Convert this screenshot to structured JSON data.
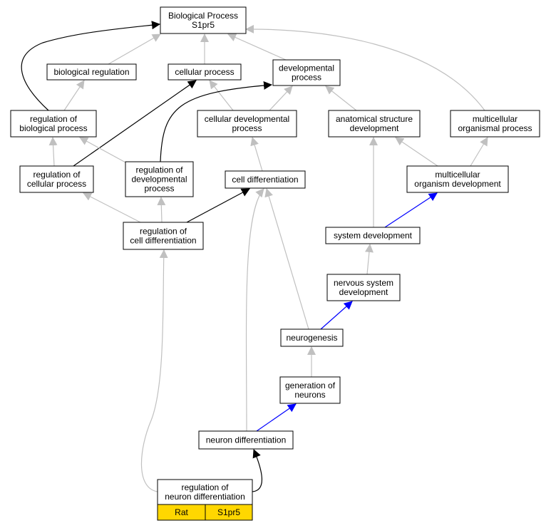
{
  "colors": {
    "positive_regulates": "#000000",
    "is_a": "#c0c0c0",
    "part_of": "#0000ff",
    "tag_fill": "#ffd700"
  },
  "nodes": [
    {
      "id": "bp",
      "lines": [
        "Biological Process",
        "S1pr5"
      ]
    },
    {
      "id": "breg",
      "lines": [
        "biological regulation"
      ]
    },
    {
      "id": "cellproc",
      "lines": [
        "cellular process"
      ]
    },
    {
      "id": "devproc",
      "lines": [
        "developmental",
        "process"
      ]
    },
    {
      "id": "regbio",
      "lines": [
        "regulation of",
        "biological process"
      ]
    },
    {
      "id": "celldevproc",
      "lines": [
        "cellular developmental",
        "process"
      ]
    },
    {
      "id": "anatdev",
      "lines": [
        "anatomical structure",
        "development"
      ]
    },
    {
      "id": "multiproc",
      "lines": [
        "multicellular",
        "organismal process"
      ]
    },
    {
      "id": "regcell",
      "lines": [
        "regulation of",
        "cellular process"
      ]
    },
    {
      "id": "regdev",
      "lines": [
        "regulation of",
        "developmental",
        "process"
      ]
    },
    {
      "id": "celldiff",
      "lines": [
        "cell differentiation"
      ]
    },
    {
      "id": "multidev",
      "lines": [
        "multicellular",
        "organism development"
      ]
    },
    {
      "id": "regcelldiff",
      "lines": [
        "regulation of",
        "cell differentiation"
      ]
    },
    {
      "id": "sysdev",
      "lines": [
        "system development"
      ]
    },
    {
      "id": "nsdev",
      "lines": [
        "nervous system",
        "development"
      ]
    },
    {
      "id": "neurogen",
      "lines": [
        "neurogenesis"
      ]
    },
    {
      "id": "genneur",
      "lines": [
        "generation of",
        "neurons"
      ]
    },
    {
      "id": "neurdiff",
      "lines": [
        "neuron differentiation"
      ]
    },
    {
      "id": "regneurdiff",
      "lines": [
        "regulation of",
        "neuron differentiation"
      ]
    }
  ],
  "tags": [
    {
      "label": "Rat"
    },
    {
      "label": "S1pr5"
    }
  ],
  "edges": [
    {
      "from": "breg",
      "to": "bp",
      "type": "is_a"
    },
    {
      "from": "cellproc",
      "to": "bp",
      "type": "is_a"
    },
    {
      "from": "devproc",
      "to": "bp",
      "type": "is_a"
    },
    {
      "from": "multiproc",
      "to": "bp",
      "type": "is_a"
    },
    {
      "from": "regbio",
      "to": "bp",
      "type": "positive_regulates"
    },
    {
      "from": "regbio",
      "to": "breg",
      "type": "is_a"
    },
    {
      "from": "celldevproc",
      "to": "cellproc",
      "type": "is_a"
    },
    {
      "from": "celldevproc",
      "to": "devproc",
      "type": "is_a"
    },
    {
      "from": "anatdev",
      "to": "devproc",
      "type": "is_a"
    },
    {
      "from": "regcell",
      "to": "regbio",
      "type": "is_a"
    },
    {
      "from": "regcell",
      "to": "cellproc",
      "type": "positive_regulates"
    },
    {
      "from": "regdev",
      "to": "regbio",
      "type": "is_a"
    },
    {
      "from": "regdev",
      "to": "devproc",
      "type": "positive_regulates"
    },
    {
      "from": "celldiff",
      "to": "celldevproc",
      "type": "is_a"
    },
    {
      "from": "multidev",
      "to": "anatdev",
      "type": "is_a"
    },
    {
      "from": "multidev",
      "to": "multiproc",
      "type": "is_a"
    },
    {
      "from": "regcelldiff",
      "to": "regcell",
      "type": "is_a"
    },
    {
      "from": "regcelldiff",
      "to": "regdev",
      "type": "is_a"
    },
    {
      "from": "regcelldiff",
      "to": "celldiff",
      "type": "positive_regulates"
    },
    {
      "from": "sysdev",
      "to": "anatdev",
      "type": "is_a"
    },
    {
      "from": "sysdev",
      "to": "multidev",
      "type": "part_of"
    },
    {
      "from": "nsdev",
      "to": "sysdev",
      "type": "is_a"
    },
    {
      "from": "neurogen",
      "to": "nsdev",
      "type": "part_of"
    },
    {
      "from": "neurogen",
      "to": "celldiff",
      "type": "is_a"
    },
    {
      "from": "genneur",
      "to": "neurogen",
      "type": "is_a"
    },
    {
      "from": "neurdiff",
      "to": "genneur",
      "type": "part_of"
    },
    {
      "from": "neurdiff",
      "to": "celldiff",
      "type": "is_a"
    },
    {
      "from": "regneurdiff",
      "to": "neurdiff",
      "type": "positive_regulates"
    },
    {
      "from": "regneurdiff",
      "to": "regcelldiff",
      "type": "is_a"
    }
  ]
}
